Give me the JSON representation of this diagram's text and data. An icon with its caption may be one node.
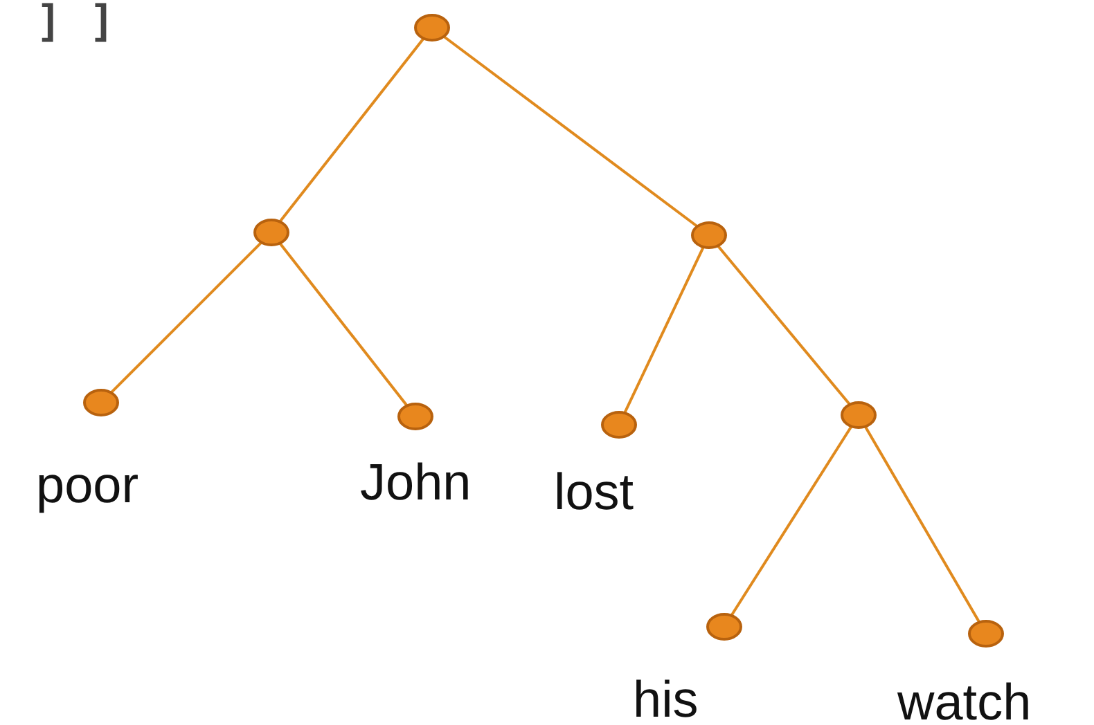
{
  "diagram": {
    "nodes": [
      {
        "text": [],
        "shape": "circle"
      },
      {
        "text": [],
        "shape": "circle"
      },
      {
        "text": [],
        "shape": "circle"
      },
      {
        "text": [],
        "shape": "circle",
        "beside": [
          "poor"
        ]
      },
      {
        "text": [],
        "shape": "circle",
        "beside": [
          "John"
        ]
      },
      {
        "text": [],
        "shape": "circle",
        "beside": [
          "lost"
        ]
      },
      {
        "text": [],
        "shape": "circle"
      },
      {
        "text": [],
        "shape": "circle",
        "beside": [
          "his"
        ]
      },
      {
        "text": [],
        "shape": "circle",
        "beside": [
          "watch"
        ]
      }
    ],
    "edges": [
      {
        "from": 0,
        "to": 1,
        "arrow": "none"
      },
      {
        "from": 0,
        "to": 2,
        "arrow": "none"
      },
      {
        "from": 1,
        "to": 3,
        "arrow": "none"
      },
      {
        "from": 1,
        "to": 4,
        "arrow": "none"
      },
      {
        "from": 2,
        "to": 5,
        "arrow": "none"
      },
      {
        "from": 2,
        "to": 6,
        "arrow": "none"
      },
      {
        "from": 6,
        "to": 7,
        "arrow": "none"
      },
      {
        "from": 6,
        "to": 8,
        "arrow": "none"
      }
    ],
    "labels": [
      "] ]"
    ]
  }
}
